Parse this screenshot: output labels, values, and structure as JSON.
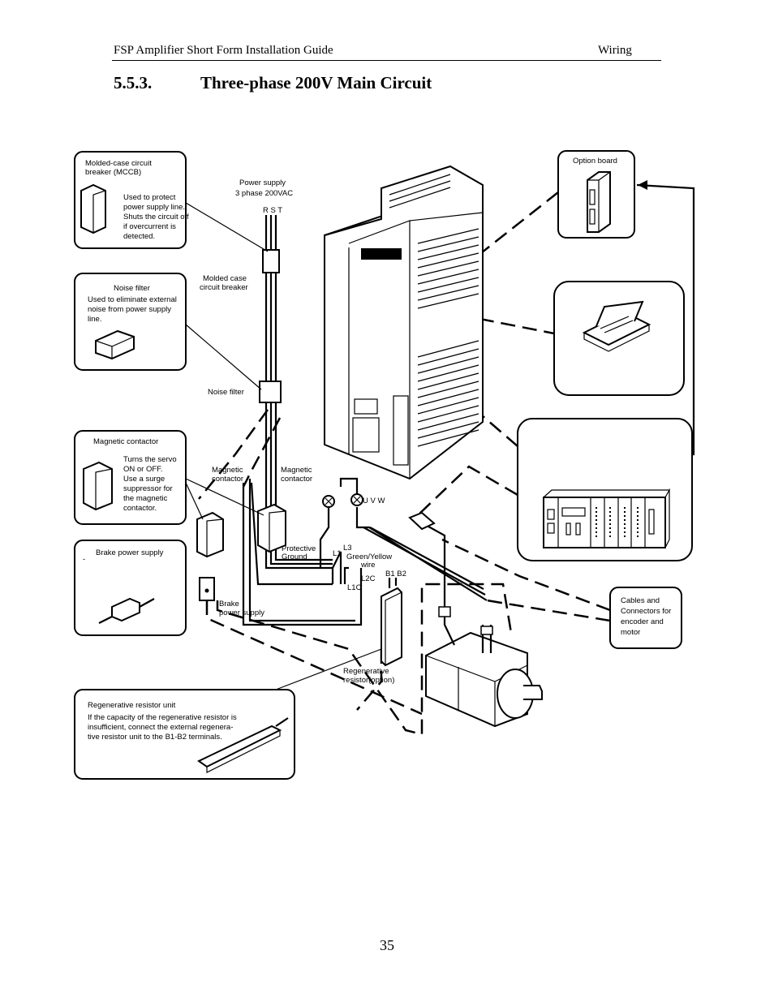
{
  "header": {
    "left": "FSP Amplifier Short Form Installation Guide",
    "right": "Wiring"
  },
  "section": {
    "number": "5.5.3.",
    "title": "Three-phase 200V Main Circuit"
  },
  "diagram": {
    "mccb_box": {
      "title1": "Molded-case circuit",
      "title2": "breaker    (MCCB)",
      "desc": [
        "Used to protect",
        "power supply line.",
        "Shuts the circuit off",
        "if overcurrent is",
        "detected."
      ]
    },
    "noise_box": {
      "title": "Noise filter",
      "desc": [
        "Used to eliminate external",
        "noise from power supply",
        "line."
      ]
    },
    "magnetic_box": {
      "title": "Magnetic contactor",
      "desc": [
        "Turns the servo",
        "ON or OFF.",
        "Use a surge",
        "suppressor for",
        "the magnetic",
        "contactor."
      ]
    },
    "brake_box": {
      "title": "Brake power supply",
      "mark": "-"
    },
    "regen_box": {
      "title": "Regenerative resistor unit",
      "desc": [
        "If the capacity of the regenerative resistor is",
        "insufficient, connect the external regenera-",
        "tive resistor unit to the B1-B2 terminals."
      ]
    },
    "option_box": {
      "title": "Option board"
    },
    "cables_box": {
      "desc": [
        "Cables and",
        "Connectors for",
        "encoder and",
        "motor"
      ]
    },
    "labels": {
      "power_supply": "Power supply",
      "phase": "3 phase 200VAC",
      "rst": "R S T",
      "mccb1": "Molded case",
      "mccb2": "circuit breaker",
      "noise_filter": "Noise filter",
      "magnetic_a1": "Magnetic",
      "magnetic_a2": "contactor",
      "magnetic_b1": "Magnetic",
      "magnetic_b2": "contactor",
      "uvw": "U  V  W",
      "protective1": "Protective",
      "protective2": "Ground",
      "l1": "L1",
      "l3": "L3",
      "green1": "Green/Yellow",
      "green2": "wire",
      "l2c": "L2C",
      "l1c": "L1C",
      "b1b2": "B1 B2",
      "brake1": "Brake",
      "brake2": "power supply",
      "regen1": "Regenerative",
      "regen2": "resistor(option)"
    }
  },
  "page_number": "35"
}
